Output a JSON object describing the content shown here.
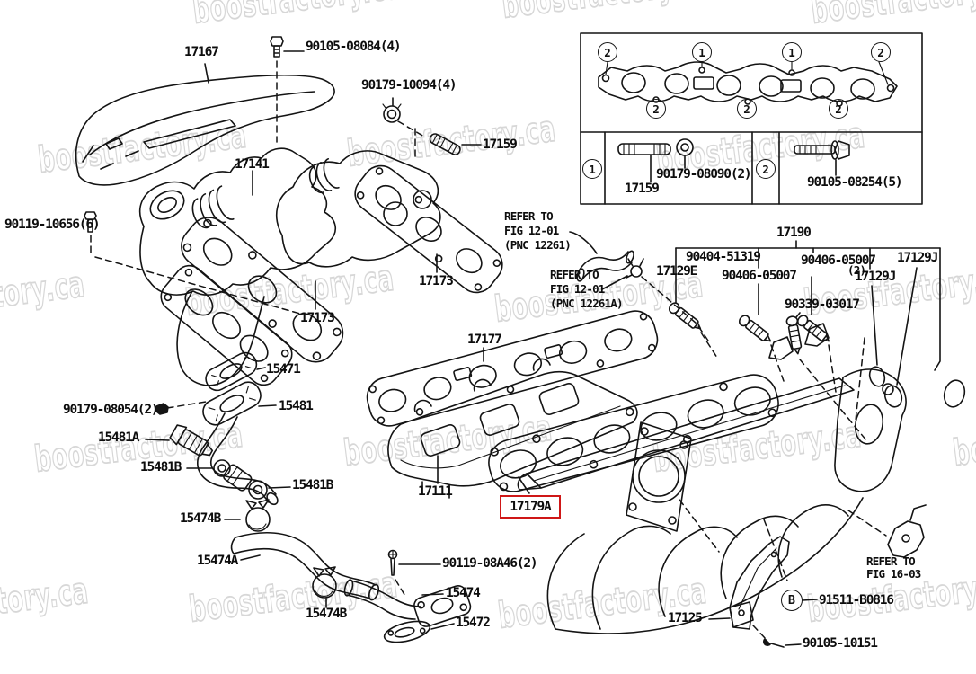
{
  "watermark": {
    "text": "boostfactory.ca"
  },
  "colors": {
    "line": "#141414",
    "highlight_box": "#cf1717",
    "watermark": "#d7d7d7",
    "background": "#ffffff"
  },
  "highlighted_part": "17179A",
  "labels": {
    "l17167": "17167",
    "l90105_08084": "90105-08084(4)",
    "l90179_10094": "90179-10094(4)",
    "l17159": "17159",
    "l17141": "17141",
    "l90119_10656": "90119-10656(6)",
    "l17173_upper": "17173",
    "l17173_lower": "17173",
    "l15471": "15471",
    "l90179_08054": "90179-08054(2)",
    "l15481": "15481",
    "l15481a": "15481A",
    "l15481b_left": "15481B",
    "l15481b_right": "15481B",
    "l15474b_top": "15474B",
    "l15474a": "15474A",
    "l90119_08a46": "90119-08A46(2)",
    "l15474": "15474",
    "l15474b_bottom": "15474B",
    "l15472": "15472",
    "l17111": "17111",
    "l17177": "17177",
    "l17179a": "17179A",
    "l17129e": "17129E",
    "l90404_51319": "90404-51319",
    "l90406_05007_left": "90406-05007",
    "l90406_05007_right": "90406-05007",
    "l90406_05007_qty": "(2)",
    "l17129j_top": "17129J",
    "l17129j_bottom": "17129J",
    "l90339_03017": "90339-03017",
    "l17190": "17190",
    "l17125": "17125",
    "l91511_b0816": "91511-B0816",
    "l90105_10151": "90105-10151",
    "callout_b": "B"
  },
  "refer_notes": {
    "note1_line1": "REFER TO",
    "note1_line2": "FIG 12-01",
    "note1_line3": "(PNC 12261)",
    "note2_line1": "REFER TO",
    "note2_line2": "FIG 12-01",
    "note2_line3": "(PNC 12261A)",
    "note3_line1": "REFER TO",
    "note3_line2": "FIG 16-03"
  },
  "inset": {
    "callout_1": "1",
    "callout_2": "2",
    "l17159": "17159",
    "l90179_08090": "90179-08090(2)",
    "l90105_08254": "90105-08254(5)"
  }
}
